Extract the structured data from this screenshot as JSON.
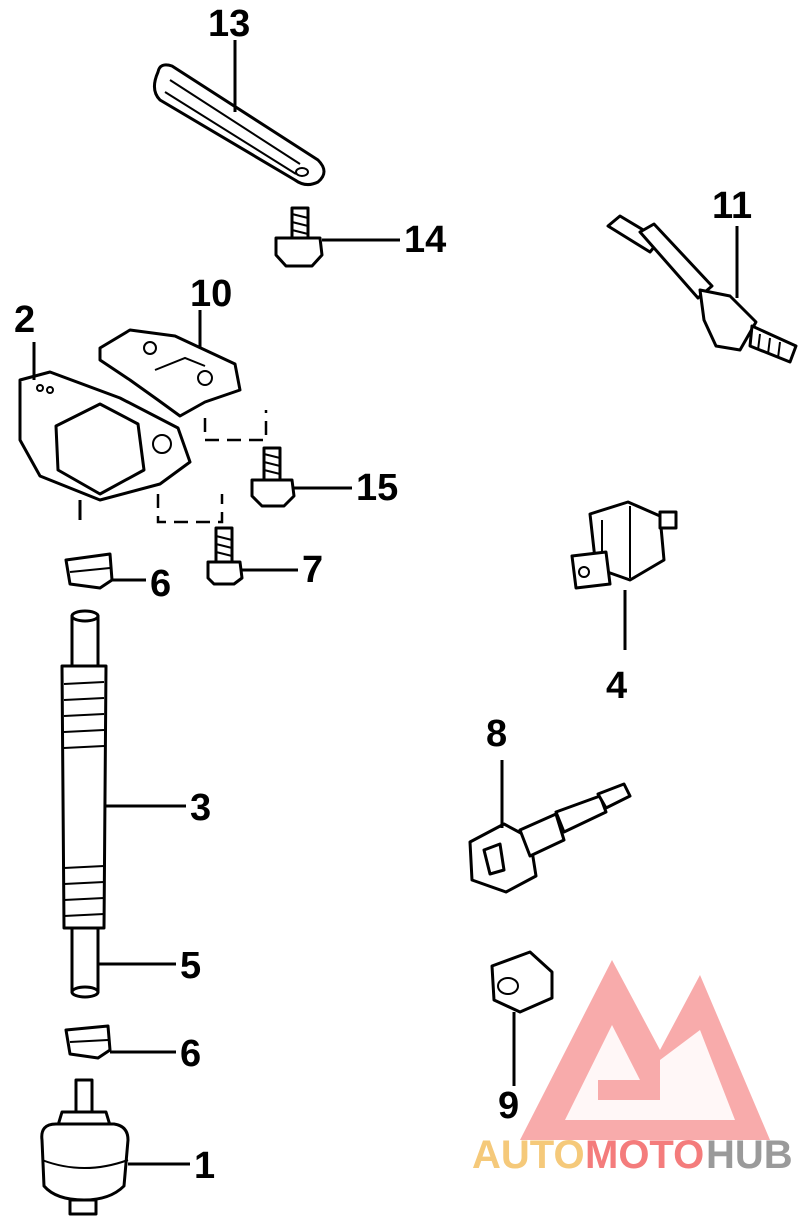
{
  "callouts": {
    "c1": "1",
    "c2": "2",
    "c3": "3",
    "c4": "4",
    "c5": "5",
    "c6a": "6",
    "c6b": "6",
    "c7": "7",
    "c8": "8",
    "c9": "9",
    "c10": "10",
    "c11": "11",
    "c13": "13",
    "c14": "14",
    "c15": "15"
  },
  "watermark": {
    "auto": "AUTO",
    "moto": "MOTO",
    "hub": "HUB",
    "colors": {
      "auto": "#f5c97a",
      "moto": "#f47c7c",
      "hub": "#9a9a9a",
      "logo": "#f47c7c"
    }
  }
}
